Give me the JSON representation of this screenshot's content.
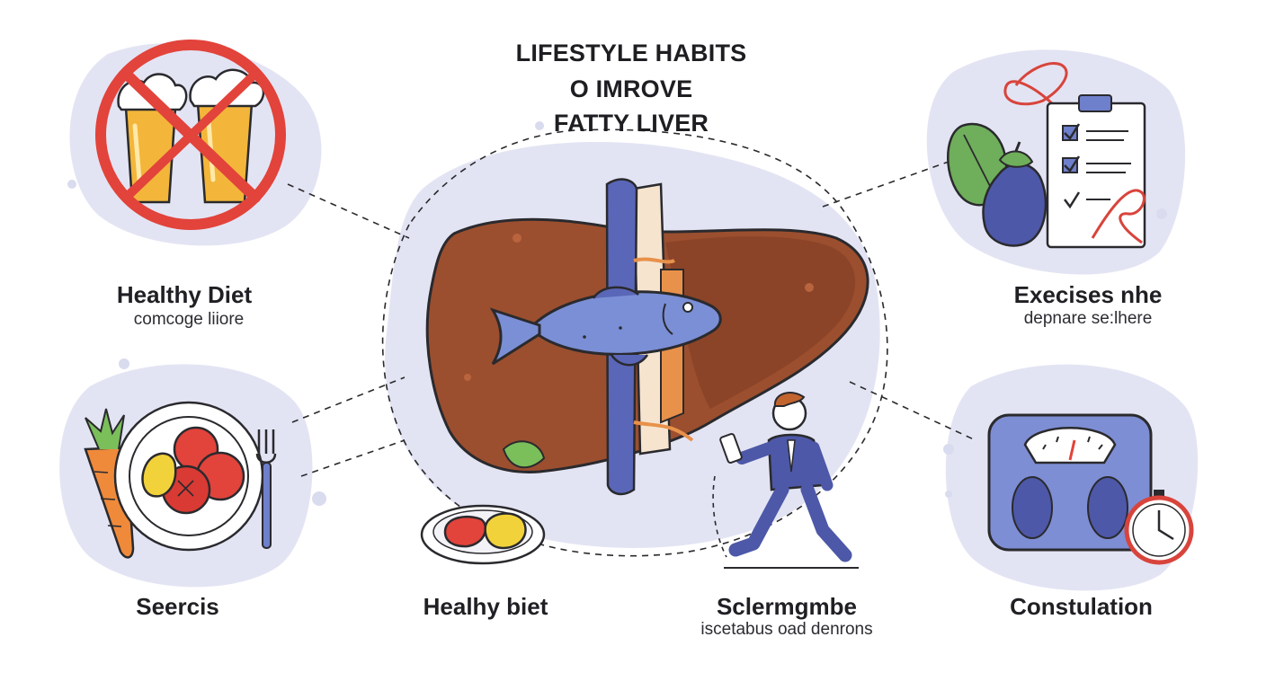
{
  "title": {
    "line1": "LIFESTYLE HABITS",
    "line2": "O IMROVE",
    "line3": "FATTY LIVER"
  },
  "topics": {
    "healthy_diet_top": {
      "heading": "Healthy Diet",
      "sub": "comcoge liiore"
    },
    "exercises": {
      "heading": "Execises nhe",
      "sub": "depnare se:lhere"
    },
    "seercis": {
      "heading": "Seercis"
    },
    "healthy_biet": {
      "heading": "Healhy biet"
    },
    "sclermgmbe": {
      "heading": "Sclermgmbe",
      "sub": "iscetabus oad denrons"
    },
    "consultation": {
      "heading": "Constulation"
    }
  },
  "icons": [
    "no-alcohol-icon",
    "checklist-icon",
    "eggplant-icon",
    "leaf-icon",
    "heart-icon",
    "plate-vegetables-icon",
    "carrot-icon",
    "fork-icon",
    "liver-icon",
    "fish-icon",
    "food-plate-icon",
    "walking-man-icon",
    "weight-scale-icon",
    "stopwatch-icon"
  ],
  "colors": {
    "blob": "#e3e4f3",
    "liver": "#9b4f2f",
    "liver_dark": "#6e3420",
    "vessel_blue": "#5a67b8",
    "fish": "#7b8fd6",
    "prohibit_red": "#e2433b",
    "beer": "#f3b63a",
    "line": "#2a2a2e"
  }
}
